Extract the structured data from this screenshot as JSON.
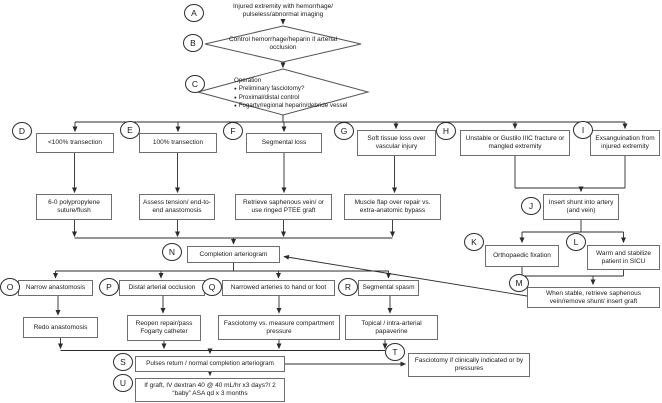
{
  "diagram": {
    "kind": "clinical-flowchart",
    "nodes": {
      "a": {
        "letter": "A",
        "label": "Injured extremity with hemorrhage/ pulseless/abnormal imaging"
      },
      "b": {
        "letter": "B",
        "label": "Control hemorrhage/heparin if arterial occlusion"
      },
      "c": {
        "letter": "C",
        "label": "Operation",
        "bullets": [
          "Preliminary fasciotomy?",
          "Proximal/distal control",
          "Fogarty/regional heparin/debride vessel"
        ]
      },
      "d": {
        "letter": "D",
        "label": "<100% transection"
      },
      "e": {
        "letter": "E",
        "label": "100% transection"
      },
      "f": {
        "letter": "F",
        "label": "Segmental loss"
      },
      "g": {
        "letter": "G",
        "label": "Soft tissue loss over vascular injury"
      },
      "h": {
        "letter": "H",
        "label": "Unstable or Gustilo IIIC fracture or mangled extremity"
      },
      "i": {
        "letter": "I",
        "label": "Exsanguination from injured extremity"
      },
      "j": {
        "letter": "J",
        "label": "Insert shunt into artery (and vein)"
      },
      "k": {
        "letter": "K",
        "label": "Orthopaedic fixation"
      },
      "l": {
        "letter": "L",
        "label": "Warm and stabilize patient in SICU"
      },
      "m": {
        "letter": "M",
        "label": "When stable, retrieve saphenous vein/remove shunt/ insert graft"
      },
      "n": {
        "letter": "N",
        "label": "Completion arteriogram"
      },
      "o": {
        "letter": "O",
        "label": "Narrow anastomosis"
      },
      "p": {
        "letter": "P",
        "label": "Distal arterial occlusion"
      },
      "q": {
        "letter": "Q",
        "label": "Narrowed arteries to hand or foot"
      },
      "r": {
        "letter": "R",
        "label": "Segmental spasm"
      },
      "s": {
        "letter": "S",
        "label": "Pulses return / normal completion arteriogram"
      },
      "t": {
        "letter": "T",
        "label": "Fasciotomy if clinically indicated or by pressures"
      },
      "u": {
        "letter": "U",
        "label": "If graft, IV dextran 40 @ 40 mL/hr x3 days?/ 2 “baby” ASA qd x 3 months"
      }
    },
    "subnodes": {
      "d1": "6-0 polypropylene suture/flush",
      "e1": "Assess tension/ end-to-end anastomosis",
      "f1": "Retrieve saphenous vein/ or use ringed PTEE graft",
      "g1": "Muscle flap over repair vs. extra-anatomic bypass",
      "o1": "Redo anastomosis",
      "p1": "Reopen repair/pass Fogarty catheter",
      "q1": "Fasciotomy vs. measure compartment pressure",
      "r1": "Topical / intra-arterial papaverine"
    },
    "colors": {
      "background": "#ffffff",
      "line": "#2b2b2b",
      "box_border": "#6e6e6e",
      "text": "#1a1a1a"
    }
  }
}
